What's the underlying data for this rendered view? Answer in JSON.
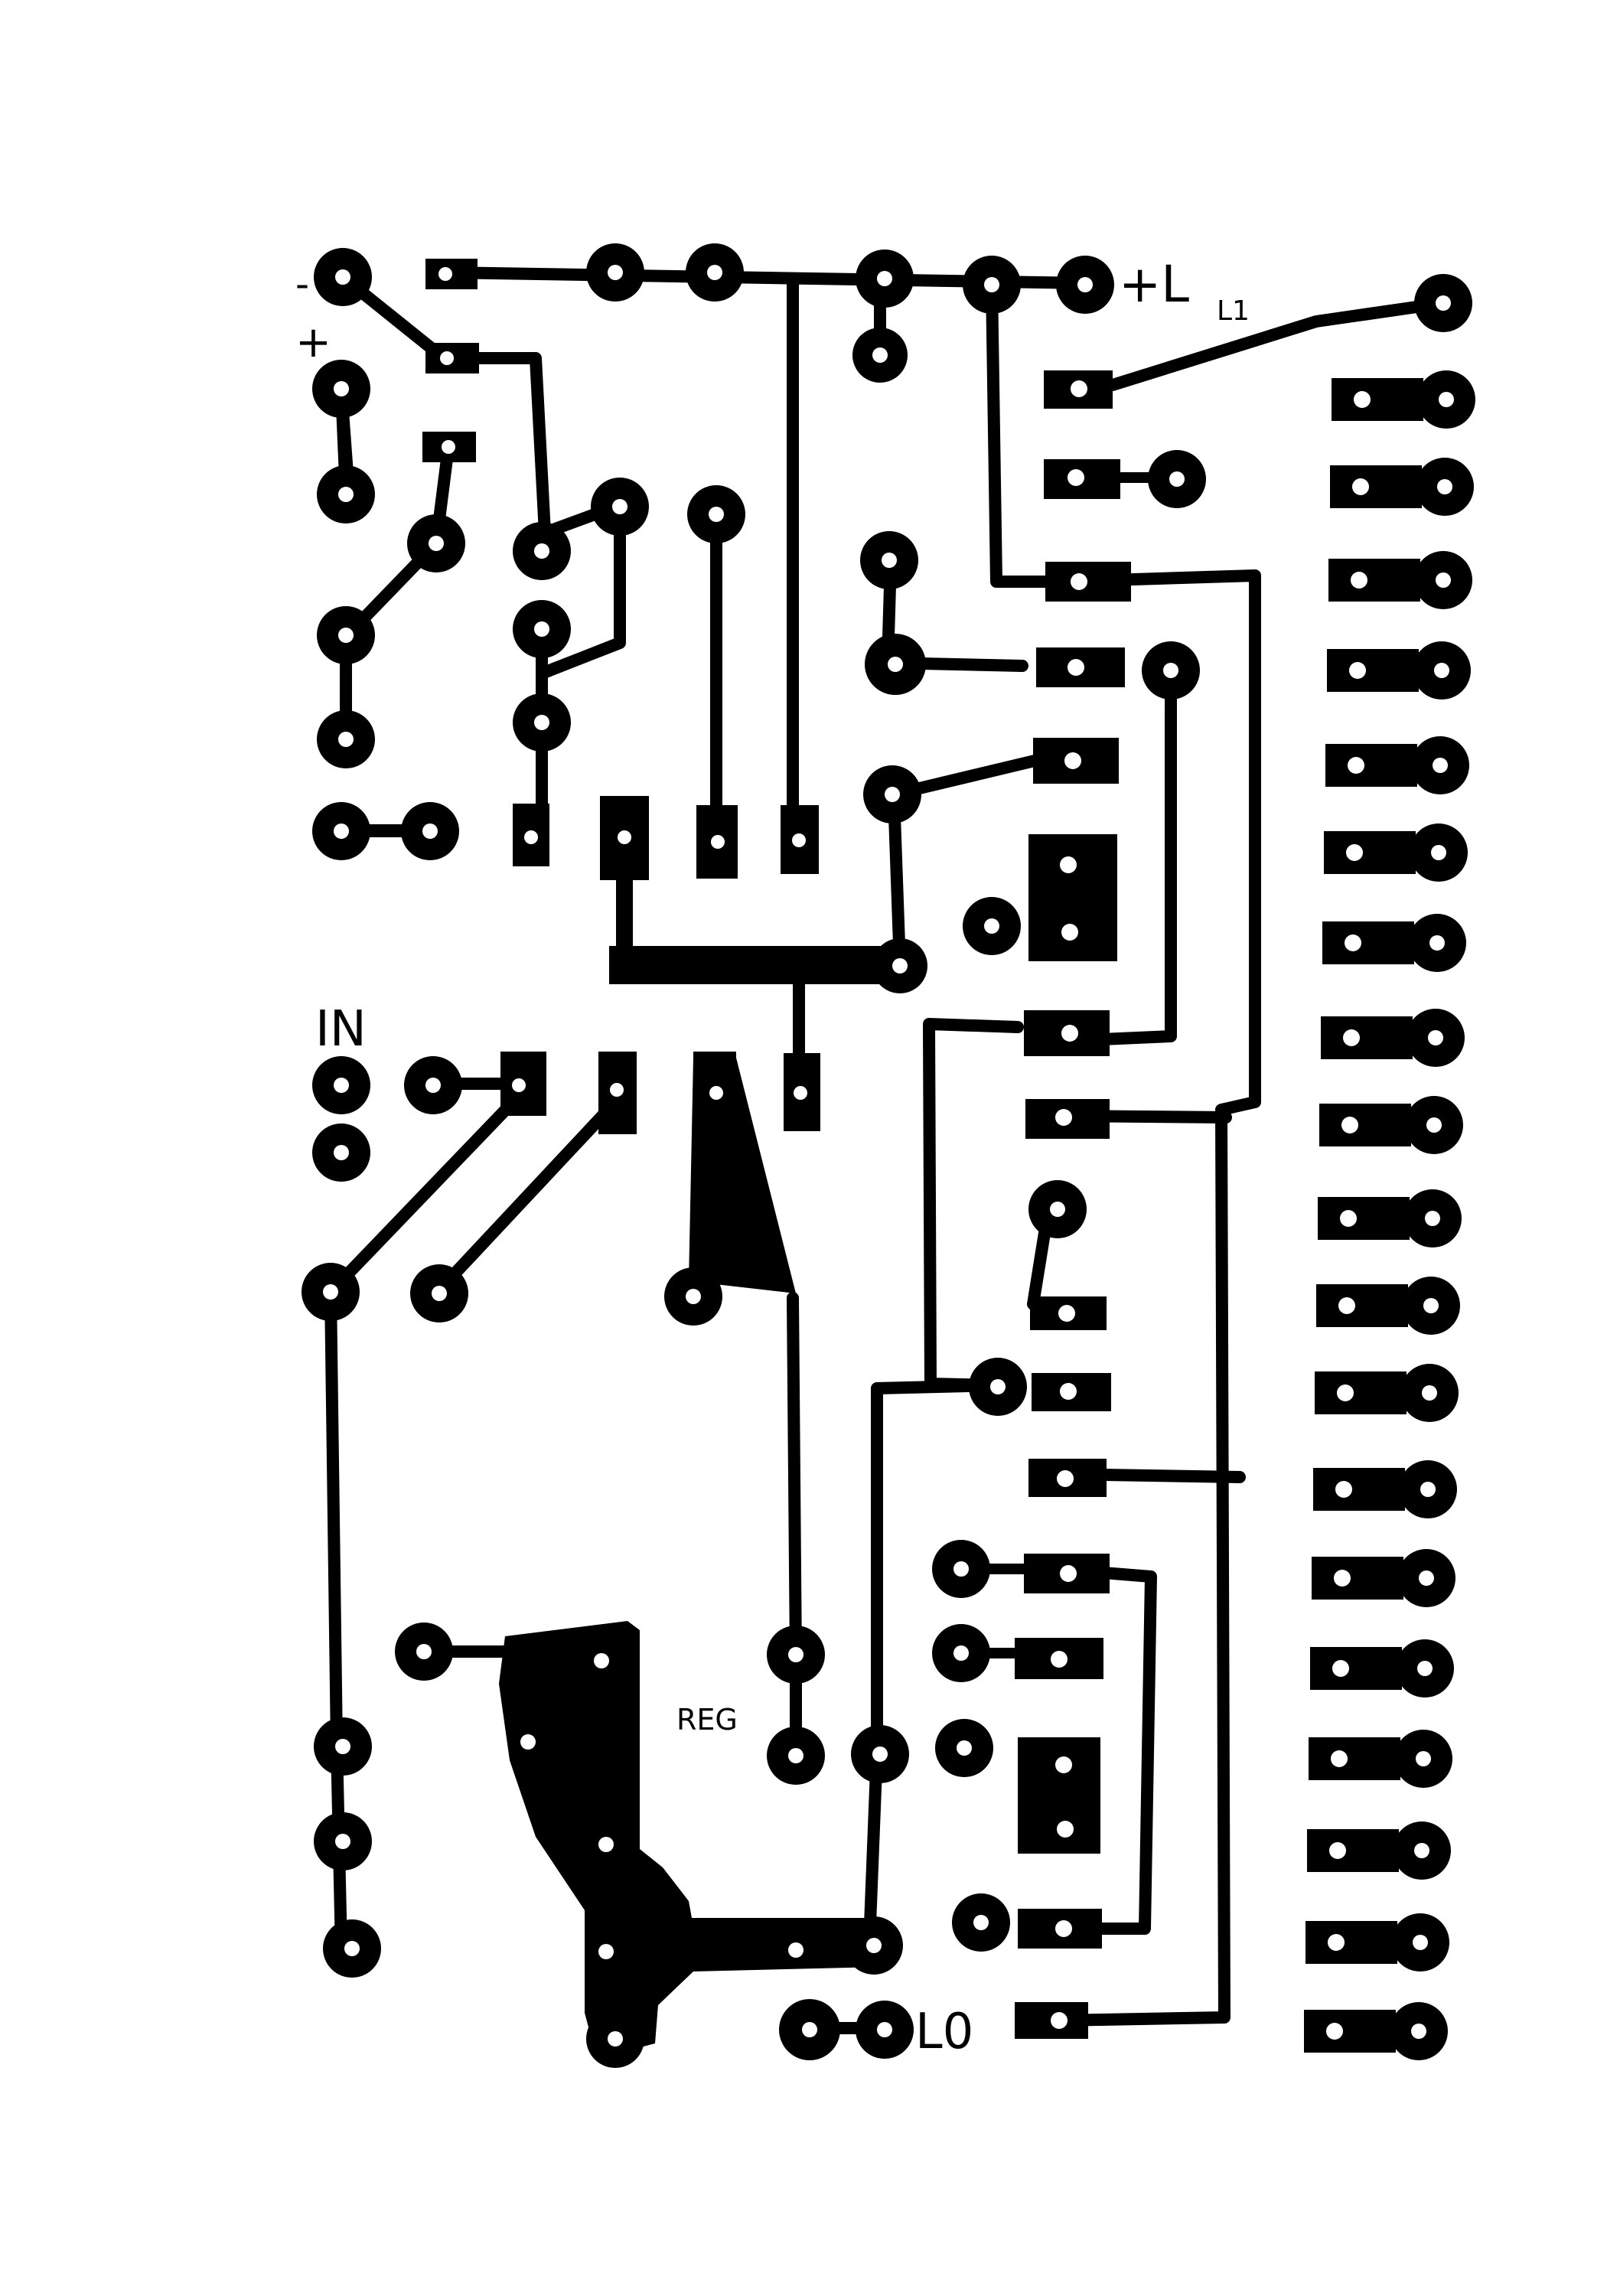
{
  "board": {
    "labels": {
      "minus": "-",
      "plus": "+",
      "plus_l": "+L",
      "l1": "L1",
      "in": "IN",
      "reg": "REG",
      "l0": "L0"
    },
    "colors": {
      "copper": "#000000",
      "substrate": "#ffffff"
    }
  }
}
